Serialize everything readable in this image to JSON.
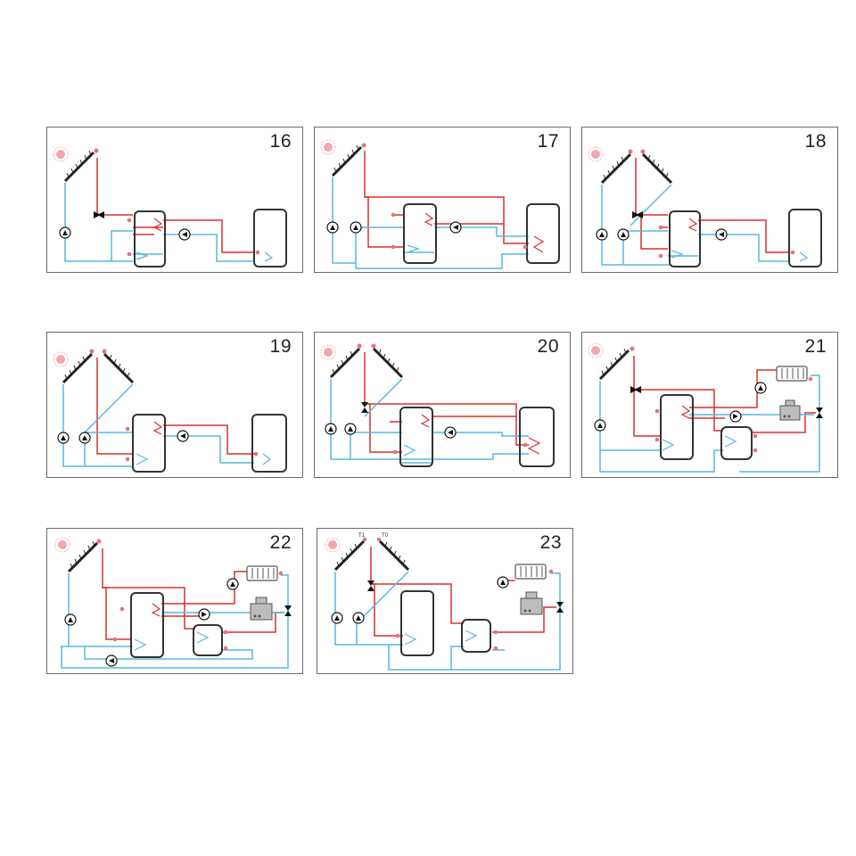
{
  "colors": {
    "hot": "#d9302c",
    "cold": "#56b8e0",
    "outline": "#333333",
    "sensor": "#e8737f"
  },
  "panels": [
    {
      "number": "16",
      "scheme": "single-collector-pump-valve-two-tanks"
    },
    {
      "number": "17",
      "scheme": "single-collector-two-pumps-two-tanks"
    },
    {
      "number": "18",
      "scheme": "dual-collector-valve-two-tanks"
    },
    {
      "number": "19",
      "scheme": "dual-collector-two-pumps-two-tanks"
    },
    {
      "number": "20",
      "scheme": "dual-collector-valve-two-tanks-cross"
    },
    {
      "number": "21",
      "scheme": "single-collector-boiler-radiator"
    },
    {
      "number": "22",
      "scheme": "single-collector-boiler-radiator-return-pump"
    },
    {
      "number": "23",
      "scheme": "dual-collector-boiler-radiator",
      "sensor_labels": [
        "T1",
        "T0"
      ]
    }
  ],
  "icons": [
    "sun-icon",
    "collector-icon",
    "pump-icon",
    "three-way-valve-icon",
    "storage-tank-icon",
    "heat-exchanger-coil-icon",
    "temperature-sensor-icon",
    "radiator-icon",
    "boiler-icon"
  ]
}
